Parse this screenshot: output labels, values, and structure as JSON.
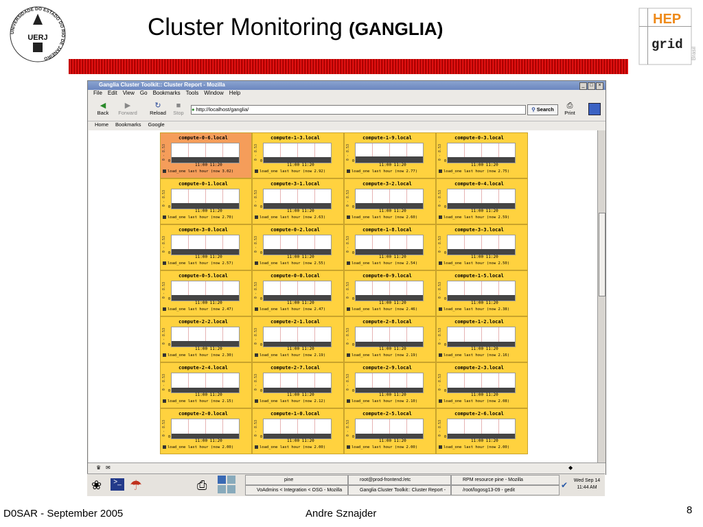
{
  "slide": {
    "title_main": "Cluster Monitoring",
    "title_sub": "(GANGLIA)",
    "footer_left": "D0SAR - September 2005",
    "footer_center": "Andre Sznajder",
    "page_number": "8",
    "uerj_logo_text": "UERJ",
    "uerj_logo_ring": "UNIVERSIDADE DO ESTADO DO RIO DE JANEIRO",
    "hep_logo_top": "HEP",
    "hep_logo_bottom": "grid",
    "hep_logo_side": "Brasil"
  },
  "browser": {
    "title": "Ganglia Cluster Toolkit:: Cluster Report - Mozilla",
    "menu": [
      "File",
      "Edit",
      "View",
      "Go",
      "Bookmarks",
      "Tools",
      "Window",
      "Help"
    ],
    "nav": {
      "back": "Back",
      "forward": "Forward",
      "reload": "Reload",
      "stop": "Stop",
      "print": "Print"
    },
    "url": "http://localhost/ganglia/",
    "search_label": "Search",
    "bookmarks": [
      "Home",
      "Bookmarks",
      "Google"
    ]
  },
  "ganglia": {
    "y_label": "0 - 8.53",
    "zero": "0",
    "x_ticks": "11:00  11:20",
    "hosts": [
      {
        "name": "compute-0-6.local",
        "legend": "load_one last hour (now 3.02)",
        "level": 0.3,
        "hot": true
      },
      {
        "name": "compute-1-3.local",
        "legend": "load_one last hour (now 2.92)",
        "level": 0.3
      },
      {
        "name": "compute-1-9.local",
        "legend": "load_one last hour (now 2.77)",
        "level": 0.32
      },
      {
        "name": "compute-0-3.local",
        "legend": "load_one last hour (now 2.75)",
        "level": 0.28
      },
      {
        "name": "compute-0-1.local",
        "legend": "load_one last hour (now 2.70)",
        "level": 0.3
      },
      {
        "name": "compute-3-1.local",
        "legend": "load_one last hour (now 2.63)",
        "level": 0.3
      },
      {
        "name": "compute-3-2.local",
        "legend": "load_one last hour (now 2.60)",
        "level": 0.3
      },
      {
        "name": "compute-0-4.local",
        "legend": "load_one last hour (now 2.59)",
        "level": 0.3
      },
      {
        "name": "compute-3-0.local",
        "legend": "load_one last hour (now 2.57)",
        "level": 0.28
      },
      {
        "name": "compute-0-2.local",
        "legend": "load_one last hour (now 2.55)",
        "level": 0.28
      },
      {
        "name": "compute-1-8.local",
        "legend": "load_one last hour (now 2.54)",
        "level": 0.28
      },
      {
        "name": "compute-3-3.local",
        "legend": "load_one last hour (now 2.50)",
        "level": 0.28
      },
      {
        "name": "compute-0-5.local",
        "legend": "load_one last hour (now 2.47)",
        "level": 0.28
      },
      {
        "name": "compute-0-0.local",
        "legend": "load_one last hour (now 2.47)",
        "level": 0.3
      },
      {
        "name": "compute-0-9.local",
        "legend": "load_one last hour (now 2.46)",
        "level": 0.3
      },
      {
        "name": "compute-1-5.local",
        "legend": "load_one last hour (now 2.38)",
        "level": 0.28
      },
      {
        "name": "compute-2-2.local",
        "legend": "load_one last hour (now 2.30)",
        "level": 0.28
      },
      {
        "name": "compute-2-1.local",
        "legend": "load_one last hour (now 2.19)",
        "level": 0.26
      },
      {
        "name": "compute-2-8.local",
        "legend": "load_one last hour (now 2.19)",
        "level": 0.26
      },
      {
        "name": "compute-1-2.local",
        "legend": "load_one last hour (now 2.16)",
        "level": 0.26
      },
      {
        "name": "compute-2-4.local",
        "legend": "load_one last hour (now 2.15)",
        "level": 0.26
      },
      {
        "name": "compute-2-7.local",
        "legend": "load_one last hour (now 2.12)",
        "level": 0.26
      },
      {
        "name": "compute-2-9.local",
        "legend": "load_one last hour (now 2.10)",
        "level": 0.26
      },
      {
        "name": "compute-2-3.local",
        "legend": "load_one last hour (now 2.08)",
        "level": 0.26
      },
      {
        "name": "compute-2-0.local",
        "legend": "load_one last hour (now 2.00)",
        "level": 0.26
      },
      {
        "name": "compute-1-0.local",
        "legend": "load_one last hour (now 2.00)",
        "level": 0.26
      },
      {
        "name": "compute-2-5.local",
        "legend": "load_one last hour (now 2.00)",
        "level": 0.26
      },
      {
        "name": "compute-2-6.local",
        "legend": "load_one last hour (now 2.00)",
        "level": 0.26
      }
    ]
  },
  "taskbar": {
    "tasks": [
      "pine",
      "root@prod-frontend:/etc",
      "RPM resource pine - Mozilla",
      "VoAdmins < Integration < OSG - Mozilla",
      "Ganglia Cluster Toolkit:: Cluster Report -",
      "/root/logosg13-09 - gedit"
    ],
    "clock_day": "Wed Sep 14",
    "clock_time": "11:44 AM"
  },
  "colors": {
    "cell": "#ffd23f",
    "hot": "#f59d5a",
    "titlebar": "#6b86c0",
    "accent_red": "#c00000"
  }
}
